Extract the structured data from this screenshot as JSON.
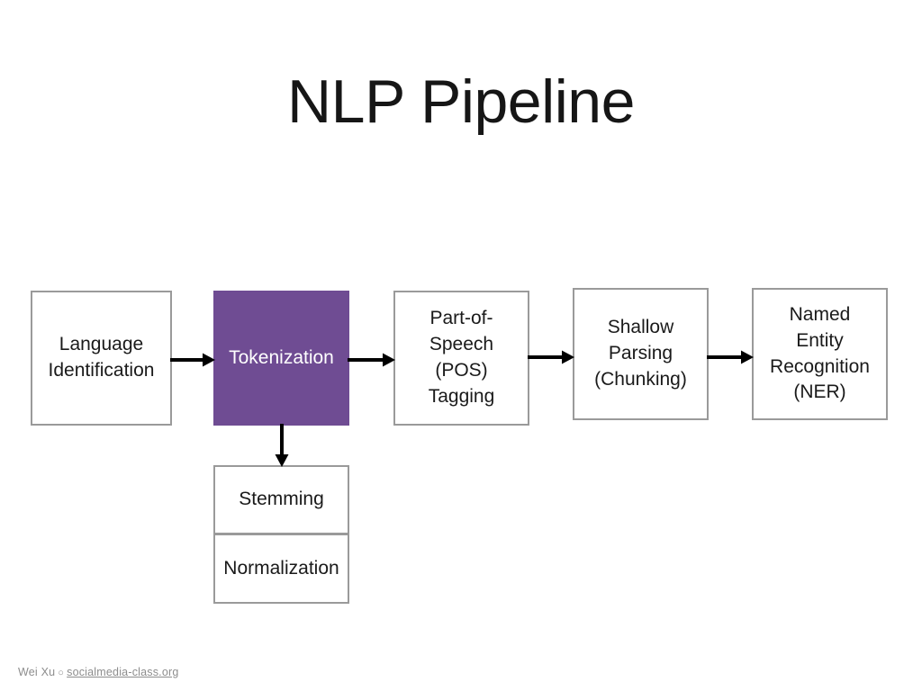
{
  "slide": {
    "title": "NLP Pipeline",
    "background_color": "#ffffff",
    "text_color": "#1a1a1a",
    "border_color": "#9a9a9a",
    "accent_color": "#6f4c93",
    "footer": {
      "author": "Wei Xu",
      "separator": "○",
      "site": "socialmedia-class.org",
      "color": "#8d8d8d"
    }
  },
  "diagram": {
    "type": "flowchart",
    "orientation": "left-to-right",
    "main_stages": [
      {
        "id": "language-identification",
        "label": "Language\nIdentification",
        "fill": "#ffffff",
        "text_color": "#1a1a1a",
        "highlighted": false
      },
      {
        "id": "tokenization",
        "label": "Tokenization",
        "fill": "#6f4c93",
        "text_color": "#ffffff",
        "highlighted": true
      },
      {
        "id": "pos-tagging",
        "label": "Part-of-\nSpeech\n(POS)\nTagging",
        "fill": "#ffffff",
        "text_color": "#1a1a1a",
        "highlighted": false
      },
      {
        "id": "shallow-parsing",
        "label": "Shallow\nParsing\n(Chunking)",
        "fill": "#ffffff",
        "text_color": "#1a1a1a",
        "highlighted": false
      },
      {
        "id": "named-entity-recognition",
        "label": "Named\nEntity\nRecognition\n(NER)",
        "fill": "#ffffff",
        "text_color": "#1a1a1a",
        "highlighted": false
      }
    ],
    "sub_stages": [
      {
        "id": "stemming",
        "label": "Stemming",
        "parent": "tokenization",
        "fill": "#ffffff",
        "text_color": "#1a1a1a"
      },
      {
        "id": "normalization",
        "label": "Normalization",
        "parent": "tokenization",
        "fill": "#ffffff",
        "text_color": "#1a1a1a"
      }
    ],
    "connectors": [
      {
        "id": "arrow-1",
        "from": "language-identification",
        "to": "tokenization",
        "direction": "right"
      },
      {
        "id": "arrow-2",
        "from": "tokenization",
        "to": "pos-tagging",
        "direction": "right"
      },
      {
        "id": "arrow-3",
        "from": "pos-tagging",
        "to": "shallow-parsing",
        "direction": "right"
      },
      {
        "id": "arrow-4",
        "from": "shallow-parsing",
        "to": "named-entity-recognition",
        "direction": "right"
      },
      {
        "id": "arrow-5",
        "from": "tokenization",
        "to": "stemming",
        "direction": "down"
      }
    ]
  }
}
